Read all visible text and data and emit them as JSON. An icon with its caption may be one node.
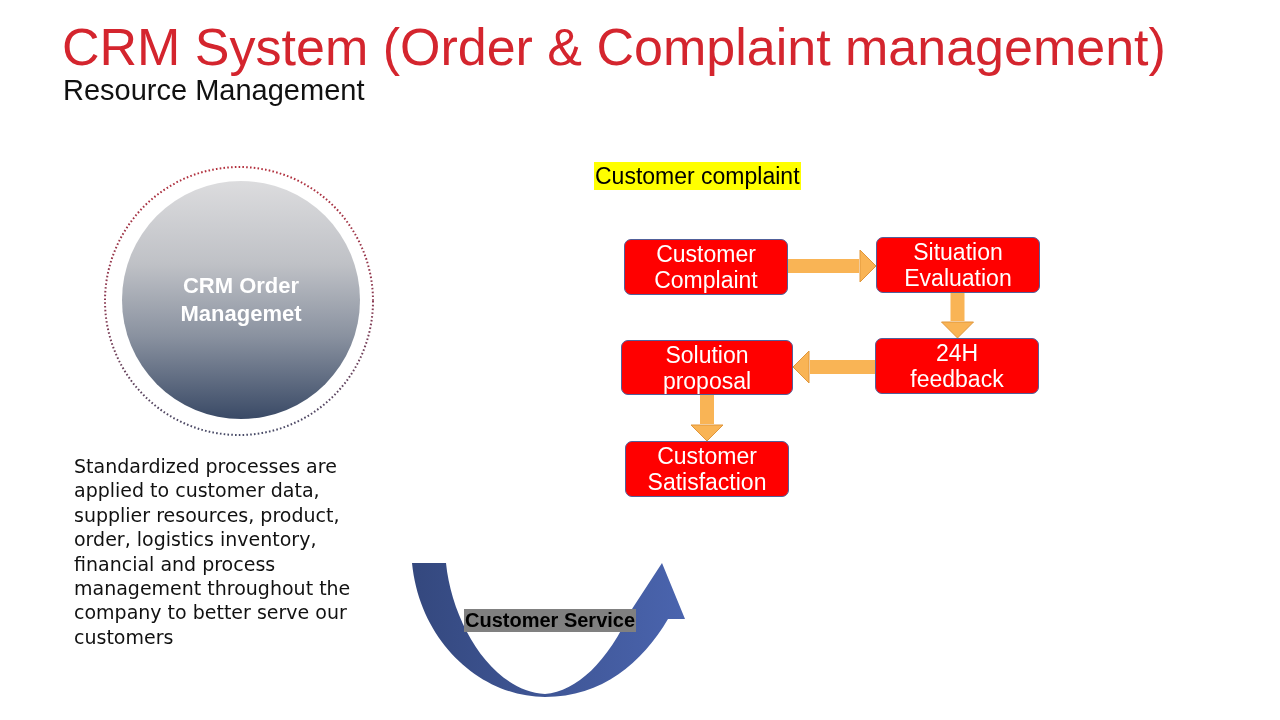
{
  "diagram": {
    "title": "CRM System (Order & Complaint management)",
    "nodes": [
      {
        "text": [
          "CRM Order Managemet"
        ]
      },
      {
        "text": [
          "Customer Complaint"
        ]
      },
      {
        "text": [
          "Situation Evaluation"
        ]
      },
      {
        "text": [
          "24H feedback"
        ]
      },
      {
        "text": [
          "Solution proposal"
        ]
      },
      {
        "text": [
          "Customer Satisfaction"
        ]
      }
    ],
    "edges": [
      {
        "from": 1,
        "to": 2,
        "arrow": "to"
      },
      {
        "from": 2,
        "to": 3,
        "arrow": "to"
      },
      {
        "from": 3,
        "to": 4,
        "arrow": "to"
      },
      {
        "from": 4,
        "to": 5,
        "arrow": "to"
      }
    ],
    "labels": [
      "Resource Management",
      "Customer complaint",
      "Standardized processes are applied to customer data, supplier resources, product, order, logistics inventory, financial and process management throughout the company to better serve our customers",
      "Customer Service"
    ]
  }
}
